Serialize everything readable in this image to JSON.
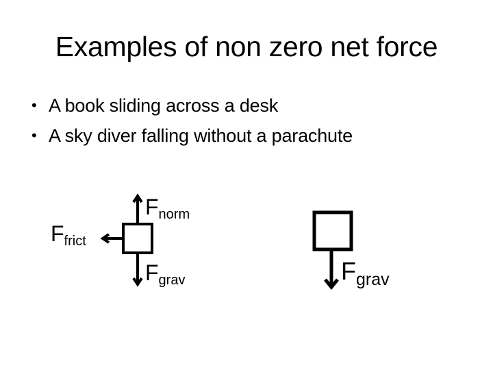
{
  "slide": {
    "title": "Examples of non zero net force",
    "bullets": [
      {
        "text": "A book sliding across a desk"
      },
      {
        "text": "A sky diver falling without a parachute"
      }
    ],
    "bullet_glyph": "•"
  },
  "diagrams": {
    "book": {
      "forces": [
        {
          "name": "norm",
          "letter": "F",
          "subscript": "norm",
          "direction": "up"
        },
        {
          "name": "frict",
          "letter": "F",
          "subscript": "frict",
          "direction": "left"
        },
        {
          "name": "grav",
          "letter": "F",
          "subscript": "grav",
          "direction": "down"
        }
      ]
    },
    "skydiver": {
      "forces": [
        {
          "name": "grav",
          "letter": "F",
          "subscript": "grav",
          "direction": "down"
        }
      ]
    }
  }
}
